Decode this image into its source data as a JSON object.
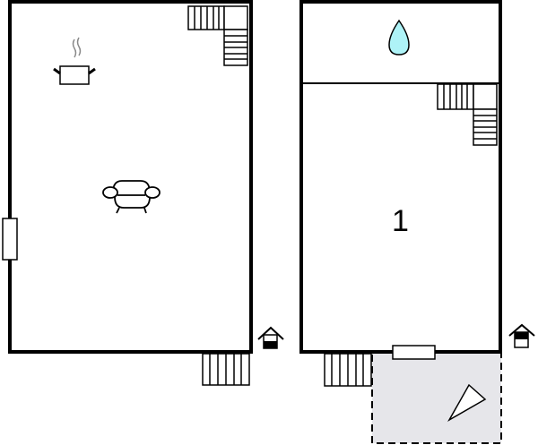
{
  "floorplan": {
    "colors": {
      "wall": "#000000",
      "background": "#ffffff",
      "terrace_fill": "#e6e6ea",
      "water_drop": "#aef3f7"
    },
    "floors": [
      {
        "name": "ground-floor",
        "icons": [
          "stairs-icon",
          "kitchen-pot-icon",
          "sofa-icon",
          "window-icon",
          "entrance-stairs-icon",
          "entrance-house-icon"
        ]
      },
      {
        "name": "upper-floor",
        "room_number": "1",
        "icons": [
          "water-drop-icon",
          "stairs-icon",
          "window-icon",
          "entrance-stairs-icon",
          "terrace-icon",
          "entrance-house-icon"
        ]
      }
    ]
  }
}
